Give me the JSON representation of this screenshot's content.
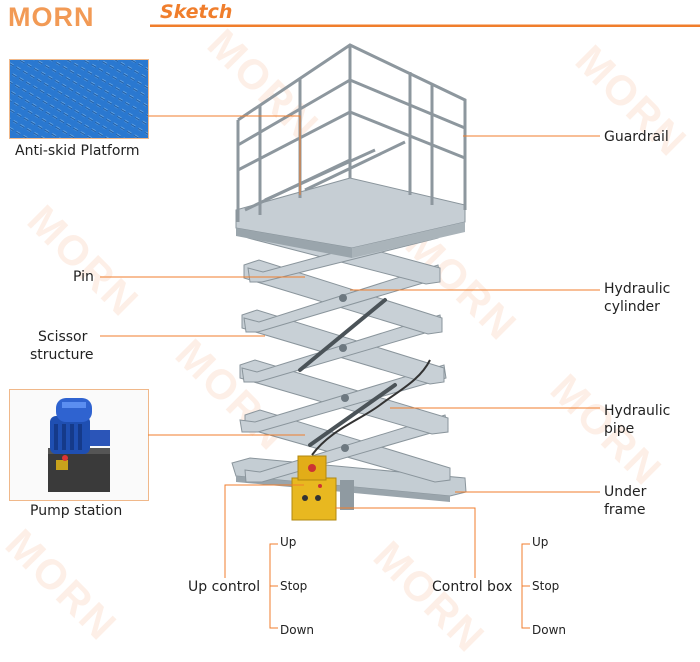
{
  "header": {
    "brand": "MORN",
    "title": "Sketch"
  },
  "watermark": "MORN",
  "labels": {
    "anti_skid_platform": "Anti-skid Platform",
    "guardrail": "Guardrail",
    "pin": "Pin",
    "hydraulic_cylinder_1": "Hydraulic",
    "hydraulic_cylinder_2": "cylinder",
    "scissor_1": "Scissor",
    "scissor_2": "structure",
    "hydraulic_pipe_1": "Hydraulic",
    "hydraulic_pipe_2": "pipe",
    "pump_station": "Pump station",
    "under_frame_1": "Under",
    "under_frame_2": "frame",
    "up_control": "Up control",
    "control_box": "Control box"
  },
  "controls": {
    "up": "Up",
    "stop": "Stop",
    "down": "Down"
  },
  "colors": {
    "accent": "#f07e2c",
    "platform_blue": "#2a78d0",
    "steel": "#b9c3ca",
    "box_yellow": "#e8b820"
  }
}
